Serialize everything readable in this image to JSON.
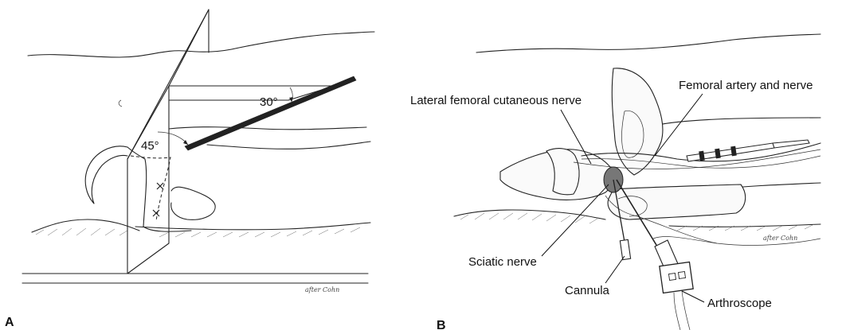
{
  "panels": {
    "a": {
      "letter": "A",
      "angle_large": "45°",
      "angle_small": "30°",
      "signature": "after Cohn"
    },
    "b": {
      "letter": "B",
      "signature": "after Cohn",
      "labels": {
        "lateral_femoral": "Lateral femoral cutaneous nerve",
        "femoral": "Femoral artery and nerve",
        "sciatic": "Sciatic nerve",
        "cannula": "Cannula",
        "arthroscope": "Arthroscope"
      }
    }
  }
}
